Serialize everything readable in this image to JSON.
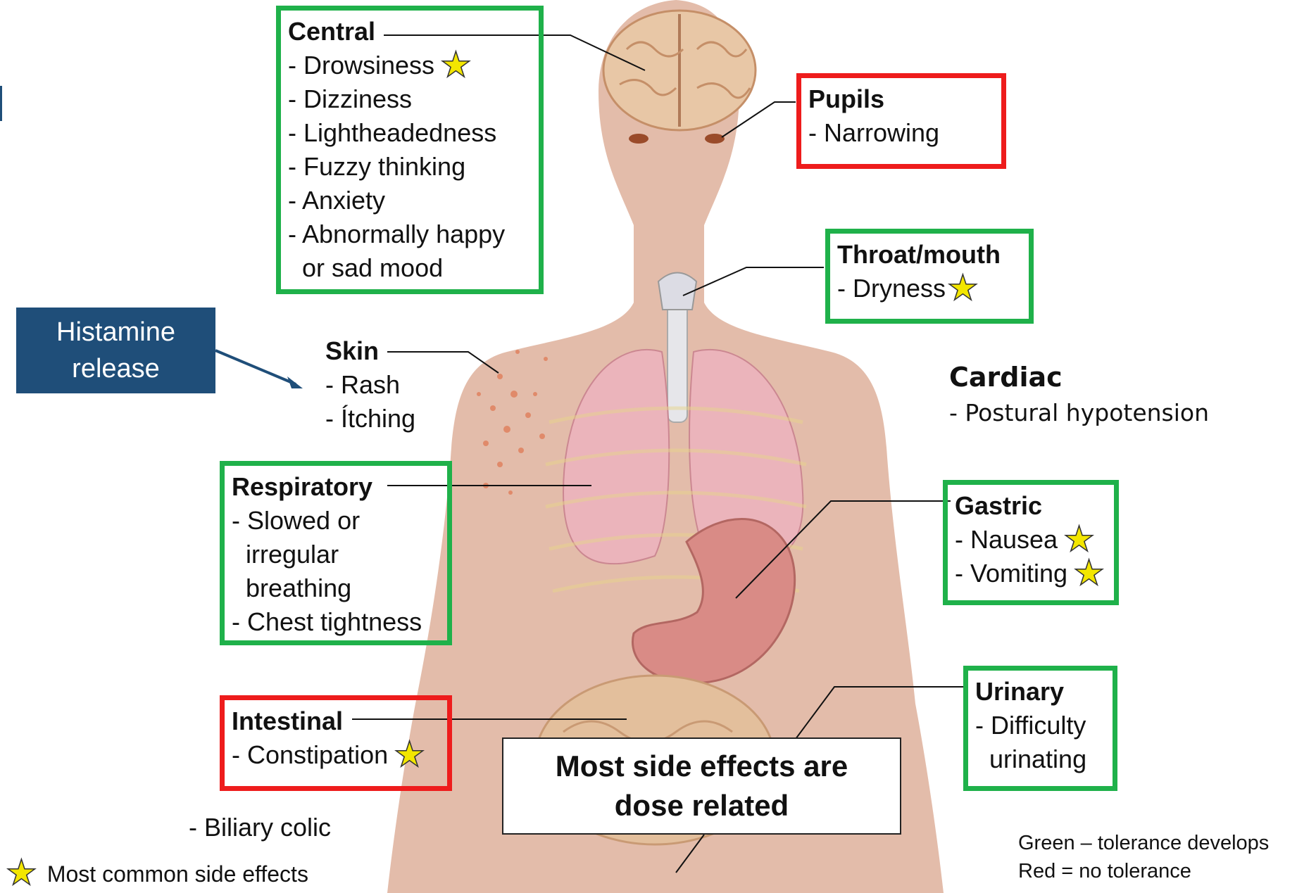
{
  "histamine": {
    "line1": "Histamine",
    "line2": "release"
  },
  "central": {
    "title": "Central",
    "items": [
      "- Drowsiness",
      "- Dizziness",
      "- Lightheadedness",
      "- Fuzzy thinking",
      "- Anxiety",
      "- Abnormally happy",
      "  or sad mood"
    ]
  },
  "pupils": {
    "title": "Pupils",
    "items": [
      "- Narrowing"
    ]
  },
  "throat": {
    "title": "Throat/mouth",
    "items": [
      "- Dryness"
    ]
  },
  "skin": {
    "title": "Skin",
    "items": [
      "- Rash",
      "- Ítching"
    ]
  },
  "cardiac": {
    "title": "Cardiac",
    "items": [
      "- Postural hypotension"
    ]
  },
  "respiratory": {
    "title": "Respiratory",
    "items": [
      "- Slowed or",
      "  irregular",
      "  breathing",
      "- Chest tightness"
    ]
  },
  "gastric": {
    "title": "Gastric",
    "items": [
      "- Nausea",
      "- Vomiting"
    ]
  },
  "urinary": {
    "title": "Urinary",
    "items": [
      "- Difficulty",
      "  urinating"
    ]
  },
  "intestinal": {
    "title": "Intestinal",
    "items": [
      "- Constipation"
    ]
  },
  "biliary": "- Biliary colic",
  "dose_note": {
    "line1": "Most side effects are",
    "line2": "dose related"
  },
  "legend": {
    "star_text": "Most common side effects",
    "green_text": "Green – tolerance develops",
    "red_text": "Red = no tolerance"
  },
  "colors": {
    "tolerance": "#1fb14a",
    "no_tolerance": "#ee1c1c",
    "star": "#f3e600",
    "callout": "#1f4e79",
    "skin": "#e2b9a8"
  }
}
